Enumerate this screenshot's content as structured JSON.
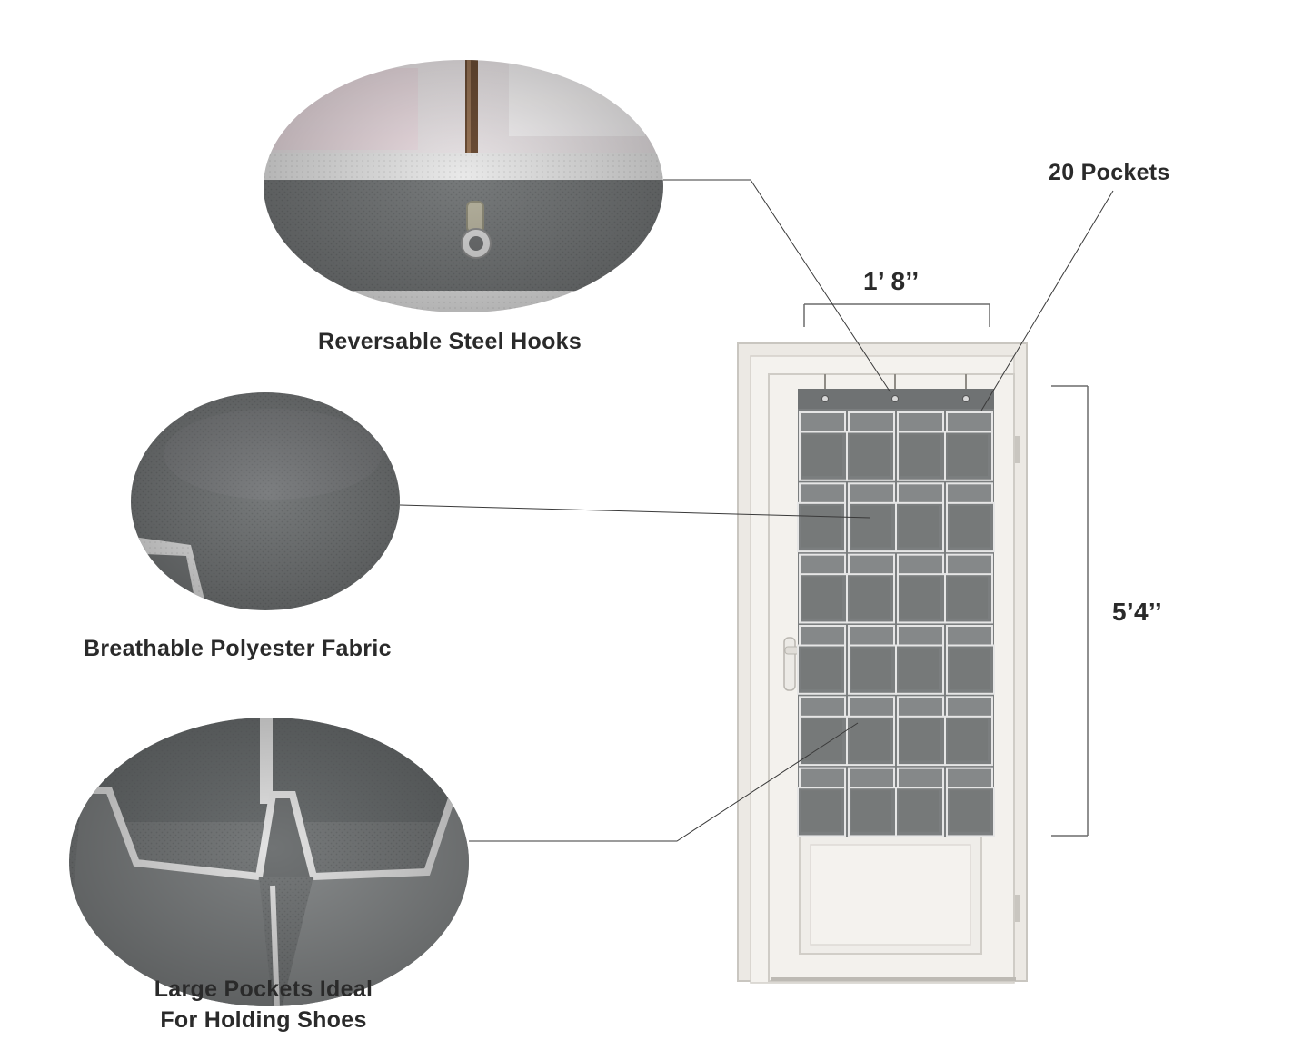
{
  "callouts": {
    "hooks": "Reversable Steel Hooks",
    "fabric": "Breathable Polyester Fabric",
    "pockets_line1": "Large Pockets Ideal",
    "pockets_line2": "For Holding Shoes",
    "count": "20 Pockets"
  },
  "dimensions": {
    "width": "1’ 8’’",
    "height": "5’4’’"
  },
  "product": {
    "pocket_rows": 6,
    "pocket_cols": 4,
    "fabric_color": "#7b7e7f",
    "trim_color": "#e6e6e6",
    "door_color": "#f1efeb"
  },
  "icons": {
    "hook_closeup": "steel-hook-closeup",
    "fabric_closeup": "fabric-texture-closeup",
    "pocket_closeup": "pocket-closeup"
  }
}
